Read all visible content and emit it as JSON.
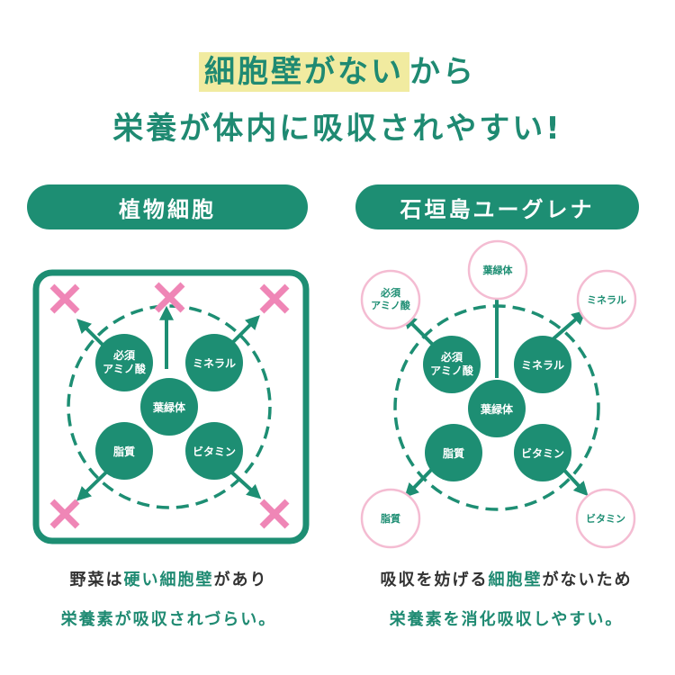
{
  "headline": {
    "line1_highlight": "細胞壁がない",
    "line1_rest": "から",
    "line2": "栄養が体内に吸収されやすい!"
  },
  "left_panel": {
    "title": "植物細胞",
    "nutrients": {
      "amino": [
        "必須",
        "アミノ酸"
      ],
      "mineral": "ミネラル",
      "chloroplast": "葉緑体",
      "lipid": "脂質",
      "vitamin": "ビタミン"
    },
    "caption_line1": [
      {
        "text": "野菜は",
        "color": "dark"
      },
      {
        "text": "硬い細胞壁",
        "color": "green"
      },
      {
        "text": "があり",
        "color": "dark"
      }
    ],
    "caption_line2": "栄養素が吸収されづらい。"
  },
  "right_panel": {
    "title": "石垣島ユーグレナ",
    "nutrients": {
      "amino": [
        "必須",
        "アミノ酸"
      ],
      "mineral": "ミネラル",
      "chloroplast": "葉緑体",
      "lipid": "脂質",
      "vitamin": "ビタミン"
    },
    "caption_line1": [
      {
        "text": "吸収を妨げる",
        "color": "dark"
      },
      {
        "text": "細胞壁",
        "color": "green"
      },
      {
        "text": "がないため",
        "color": "dark"
      }
    ],
    "caption_line2": "栄養素を消化吸収しやすい。"
  },
  "colors": {
    "green": "#1d8e73",
    "pink": "#ef86b6",
    "pink_ring": "#f4bcd2",
    "highlight": "#f1eba0"
  }
}
